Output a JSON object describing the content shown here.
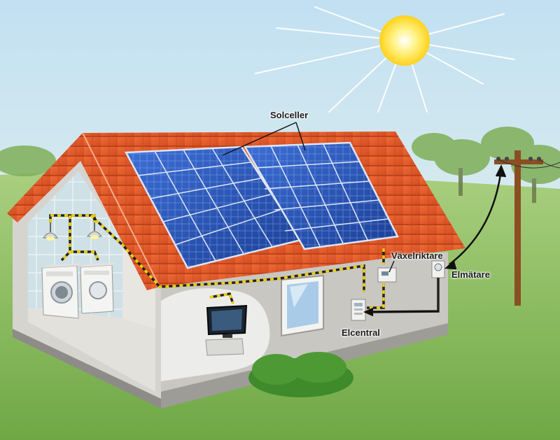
{
  "labels": {
    "solar_panels": "Solceller",
    "inverter": "Växelriktare",
    "electricity_meter": "Elmätare",
    "distribution_board": "Elcentral"
  },
  "colors": {
    "sky_top": "#cfe6f4",
    "grass": "#8cbd5e",
    "roof_tile": "#e2572a",
    "wall": "#cbc9c4",
    "panel_cell": "#2a55b8",
    "sun": "#ffe45a",
    "cable_yellow": "#f0d000"
  },
  "icons": [
    "sun-icon",
    "solar-panel-icon",
    "washing-machine-icon",
    "dryer-icon",
    "ceiling-lamp-icon",
    "tv-icon",
    "inverter-icon",
    "meter-icon",
    "distribution-board-icon",
    "utility-pole-icon",
    "window-icon"
  ]
}
